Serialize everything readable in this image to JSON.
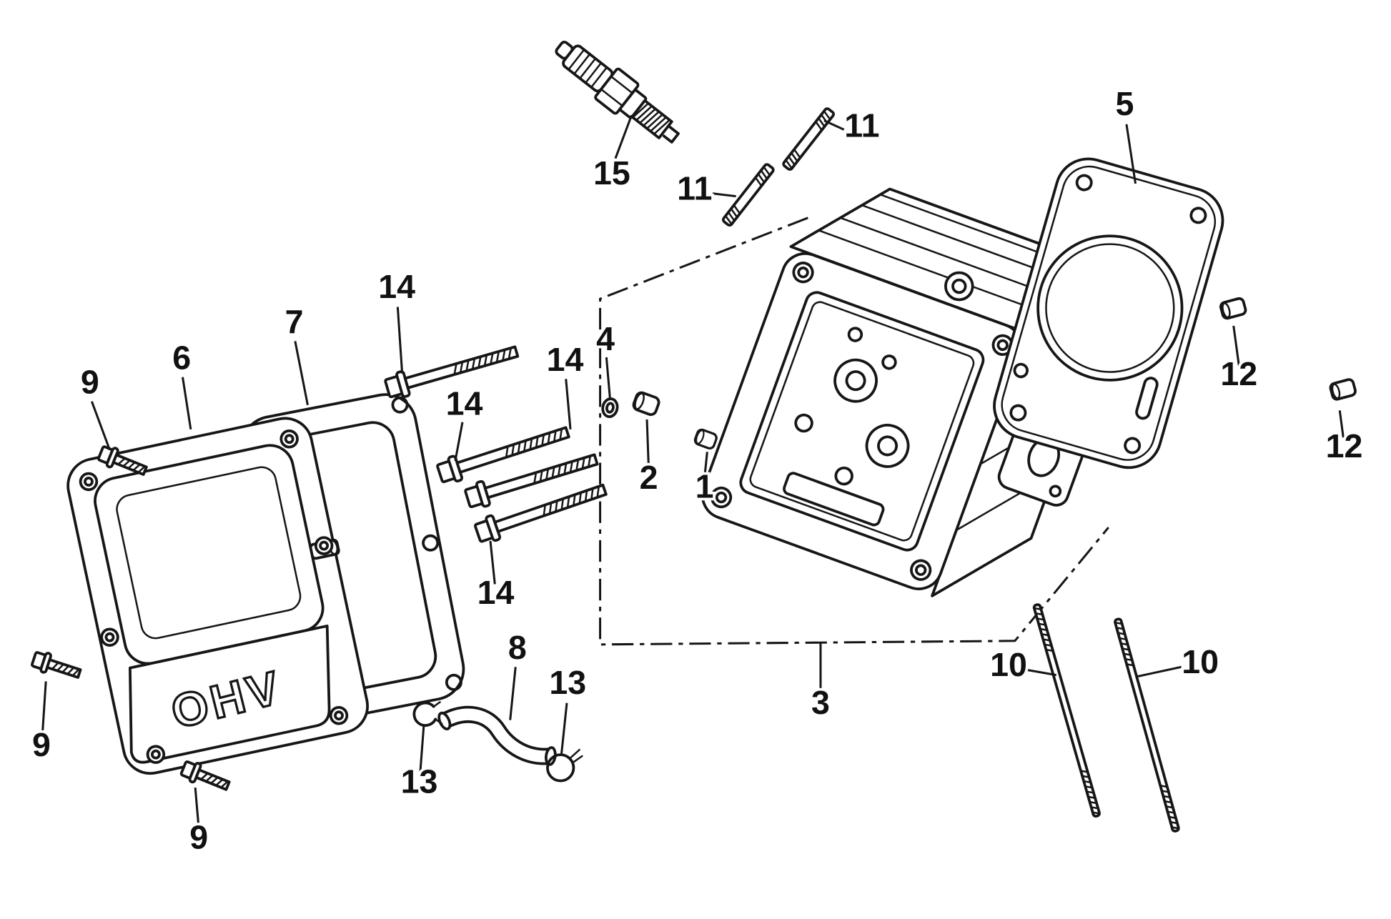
{
  "page": {
    "background": "#ffffff",
    "ink": "#161616"
  },
  "cover_text": "OHV",
  "callouts": [
    {
      "text": "15",
      "part": "spark-plug"
    },
    {
      "text": "11",
      "part": "stud-upper"
    },
    {
      "text": "11",
      "part": "stud-lower"
    },
    {
      "text": "5",
      "part": "cylinder-head-gasket"
    },
    {
      "text": "12",
      "part": "dowel-pin-upper"
    },
    {
      "text": "12",
      "part": "dowel-pin-lower"
    },
    {
      "text": "14",
      "part": "flange-bolt-1"
    },
    {
      "text": "4",
      "part": "washer"
    },
    {
      "text": "14",
      "part": "flange-bolt-2"
    },
    {
      "text": "14",
      "part": "flange-bolt-3"
    },
    {
      "text": "2",
      "part": "sealing-cap-2"
    },
    {
      "text": "1",
      "part": "sealing-cap-1"
    },
    {
      "text": "7",
      "part": "head-cover-gasket"
    },
    {
      "text": "6",
      "part": "head-cover"
    },
    {
      "text": "9",
      "part": "cover-bolt-1"
    },
    {
      "text": "14",
      "part": "flange-bolt-4"
    },
    {
      "text": "9",
      "part": "cover-bolt-2"
    },
    {
      "text": "13",
      "part": "tube-clip-left"
    },
    {
      "text": "8",
      "part": "breather-tube"
    },
    {
      "text": "13",
      "part": "tube-clamp-right"
    },
    {
      "text": "9",
      "part": "cover-bolt-3"
    },
    {
      "text": "3",
      "part": "cylinder-head"
    },
    {
      "text": "10",
      "part": "long-stud-left"
    },
    {
      "text": "10",
      "part": "long-stud-right"
    }
  ]
}
